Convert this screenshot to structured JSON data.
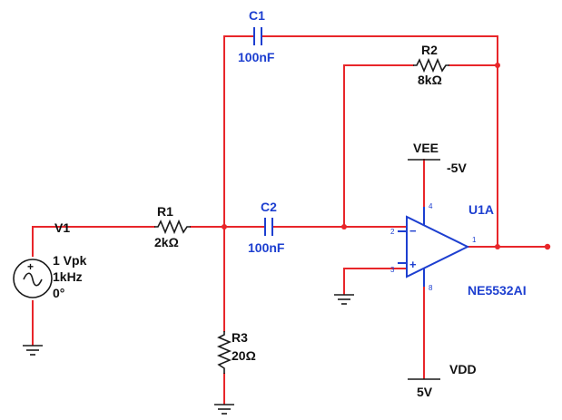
{
  "components": {
    "v1": {
      "ref": "V1",
      "amplitude": "1 Vpk",
      "frequency": "1kHz",
      "phase": "0°"
    },
    "r1": {
      "ref": "R1",
      "value": "2kΩ"
    },
    "r2": {
      "ref": "R2",
      "value": "8kΩ"
    },
    "r3": {
      "ref": "R3",
      "value": "20Ω"
    },
    "c1": {
      "ref": "C1",
      "value": "100nF"
    },
    "c2": {
      "ref": "C2",
      "value": "100nF"
    },
    "u1": {
      "ref": "U1A",
      "part": "NE5532AI",
      "pins": {
        "inv": "2",
        "noninv": "3",
        "out": "1",
        "vneg": "4",
        "vpos": "8"
      },
      "inv_sign": "−",
      "noninv_sign": "+"
    },
    "vee": {
      "name": "VEE",
      "value": "-5V"
    },
    "vdd": {
      "name": "VDD",
      "value": "5V"
    }
  },
  "source_polarity": "+",
  "colors": {
    "wire": "#e8262a",
    "opamp": "#1d3fd0",
    "capacitor": "#1d3fd0",
    "symbol": "#1a1a1a"
  }
}
